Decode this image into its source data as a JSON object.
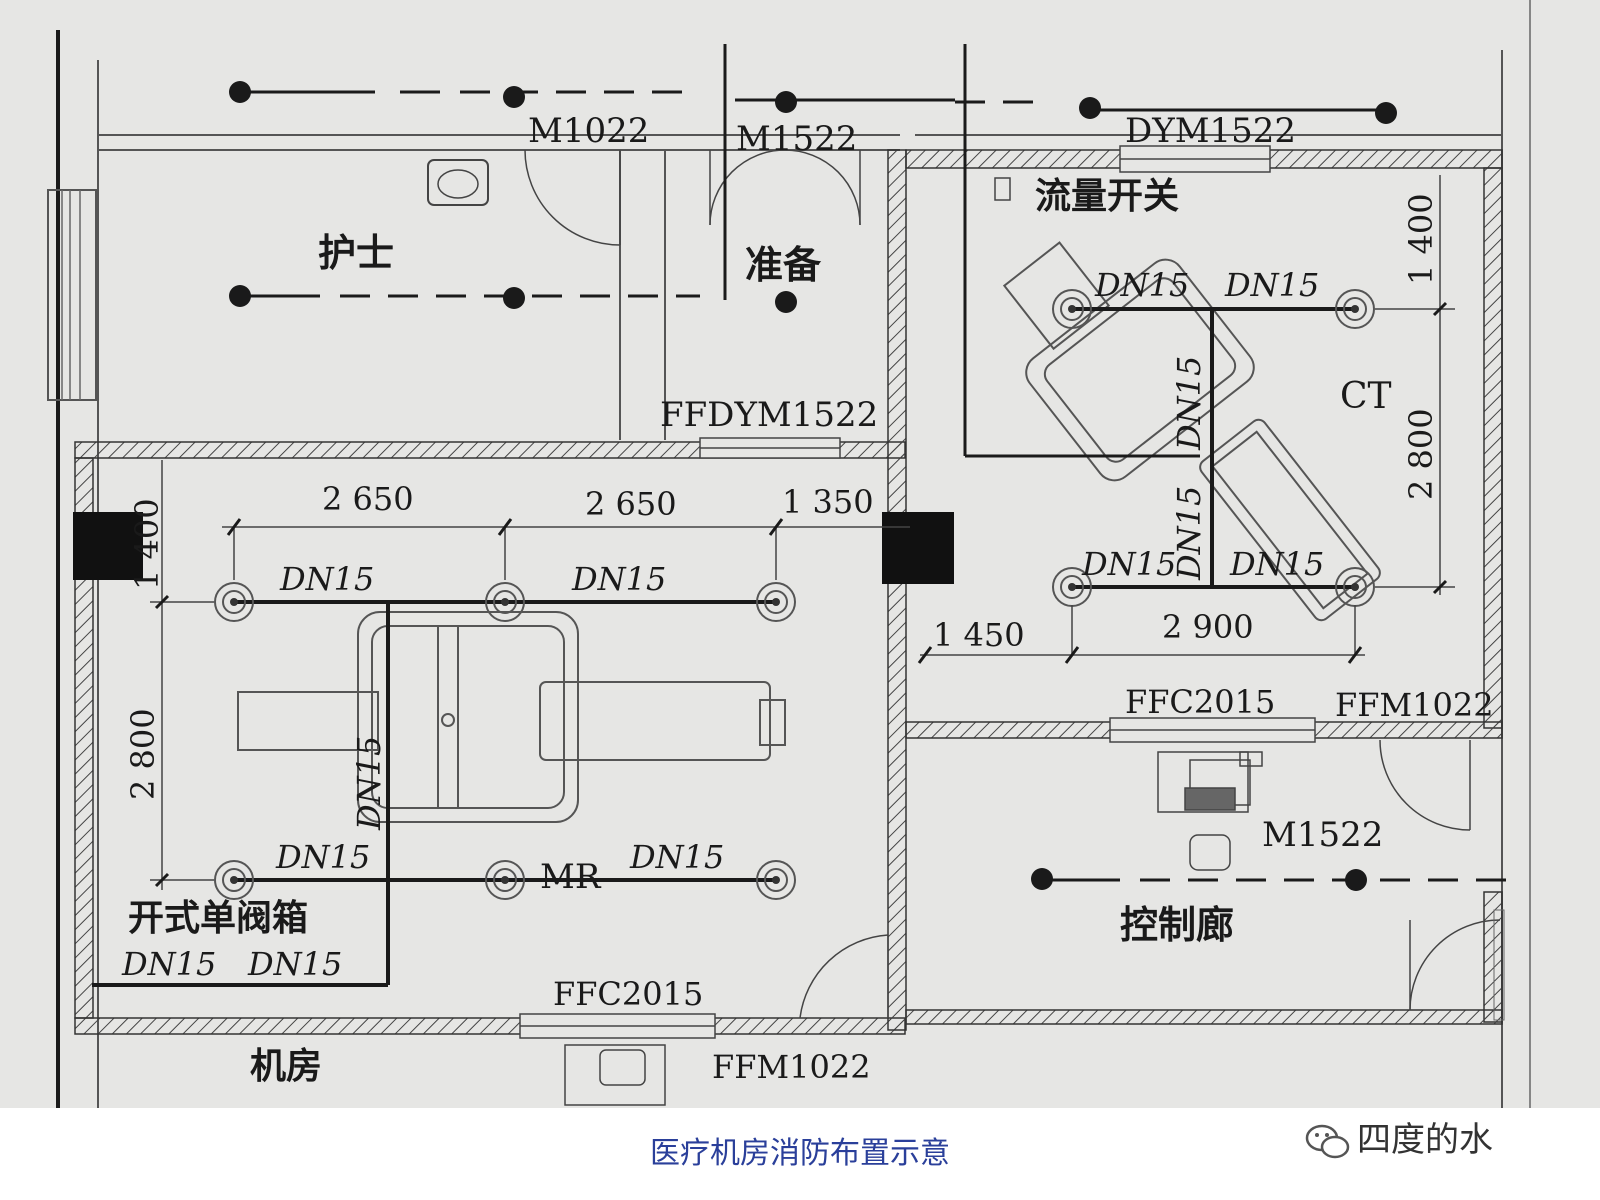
{
  "caption": "医疗机房消防布置示意",
  "watermark": "四度的水",
  "rooms": {
    "nurse": "护士",
    "prep": "准备",
    "ct": "CT",
    "mr": "MR",
    "machine": "机房",
    "control": "控制廊",
    "valve_box": "开式单阀箱",
    "flow_switch": "流量开关"
  },
  "doors": {
    "m1022": "M1022",
    "m1522_top": "M1522",
    "dym1522": "DYM1522",
    "ffdym1522": "FFDYM1522",
    "ffc2015_right": "FFC2015",
    "ffm1022_right": "FFM1022",
    "m1522_control": "M1522",
    "ffc2015_bottom": "FFC2015",
    "ffm1022_bottom": "FFM1022"
  },
  "pipe": "DN15",
  "dims": {
    "left_top_a": "2 650",
    "left_top_b": "2 650",
    "left_top_c": "1 350",
    "left_side_top": "1 400",
    "left_side_main": "2 800",
    "right_bottom_a": "1 450",
    "right_bottom_b": "2 900",
    "right_side_top": "1 400",
    "right_side_main": "2 800"
  }
}
